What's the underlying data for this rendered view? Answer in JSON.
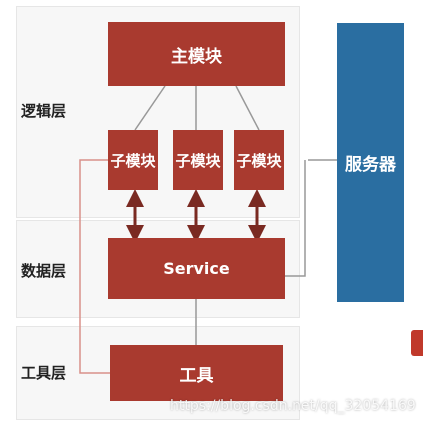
{
  "layers": {
    "logic_label": "逻辑层",
    "data_label": "数据层",
    "tool_label": "工具层"
  },
  "boxes": {
    "main_module": "主模块",
    "sub_modules": [
      "子模块",
      "子模块",
      "子模块"
    ],
    "service": "Service",
    "tools": "工具",
    "server": "服务器"
  },
  "watermark": "https://blog.csdn.net/qq_32054169",
  "colors": {
    "module_red": "#a93a2f",
    "server_blue": "#2a6ea1",
    "connector_gray": "#999999",
    "tool_link_red": "#d9908a",
    "arrow_dark": "#7a2a22"
  }
}
